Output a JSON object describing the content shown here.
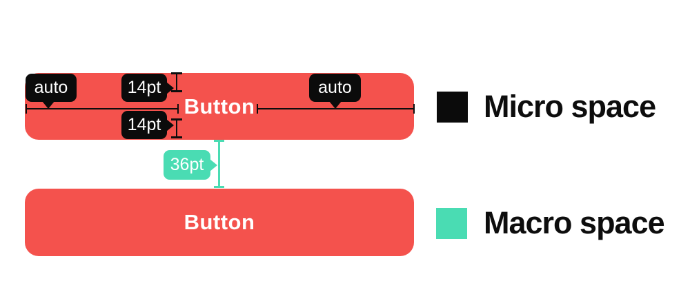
{
  "buttons": {
    "top_label": "Button",
    "bottom_label": "Button"
  },
  "measurements": {
    "left_margin": "auto",
    "right_margin": "auto",
    "top_padding": "14pt",
    "bottom_padding": "14pt",
    "vertical_gap": "36pt"
  },
  "legend": {
    "micro": {
      "label": "Micro space",
      "color": "#0b0b0b"
    },
    "macro": {
      "label": "Macro space",
      "color": "#4ADCB3"
    }
  },
  "colors": {
    "button_fill": "#F4524D",
    "button_text": "#FFFFFF",
    "micro_annotation": "#0b0b0b",
    "macro_annotation": "#4ADCB3",
    "background": "#FFFFFF"
  }
}
